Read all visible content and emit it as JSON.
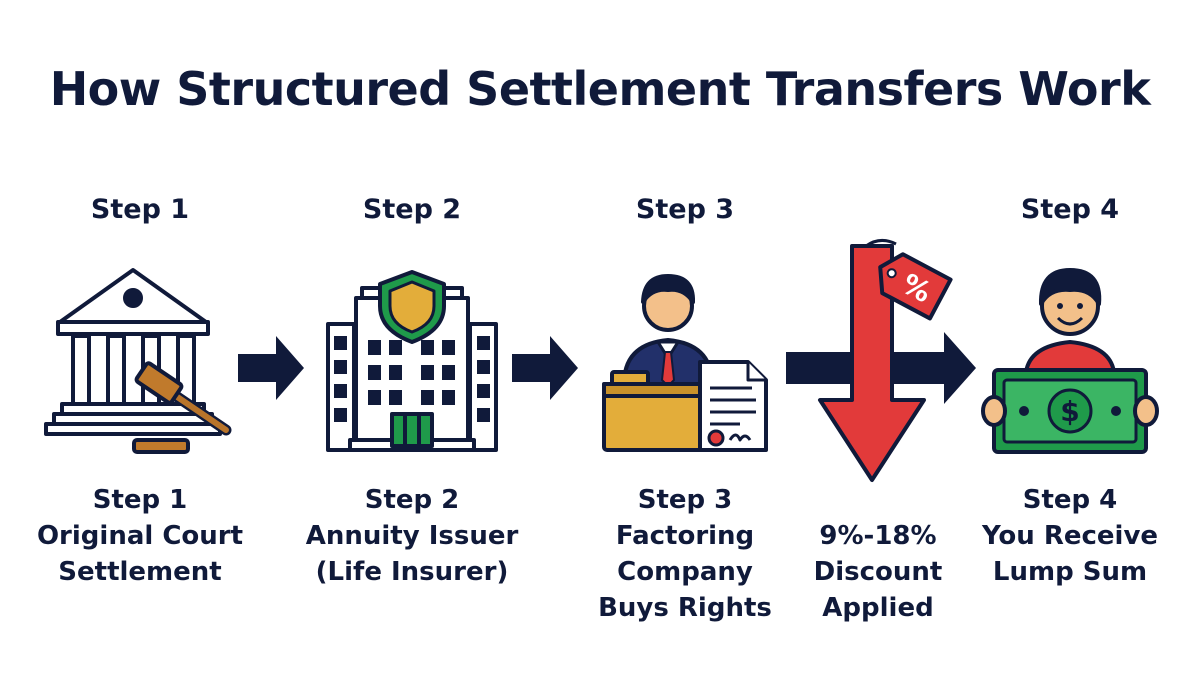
{
  "title": "How Structured Settlement Transfers Work",
  "steps": [
    {
      "header": "Step 1",
      "caption": [
        "Step 1",
        "Original Court",
        "Settlement"
      ],
      "icon": "courthouse-gavel-icon"
    },
    {
      "header": "Step 2",
      "caption": [
        "Step 2",
        "Annuity Issuer",
        "(Life Insurer)"
      ],
      "icon": "insurance-building-icon"
    },
    {
      "header": "Step 3",
      "caption": [
        "Step 3",
        "Factoring",
        "Company",
        "Buys Rights"
      ],
      "icon": "businessman-contract-icon"
    },
    {
      "header": "Step 4",
      "caption": [
        "Step 4",
        "You Receive",
        "Lump Sum"
      ],
      "icon": "person-cash-icon"
    }
  ],
  "discount": {
    "caption": [
      "9%-18%",
      "Discount",
      "Applied"
    ],
    "tag_text": "%",
    "icon": "red-down-arrow-price-tag-icon"
  },
  "colors": {
    "navy": "#101a3a",
    "green": "#1f9a4a",
    "red": "#e23a3a",
    "gold": "#e3ad3a",
    "bronze": "#b8742a"
  }
}
